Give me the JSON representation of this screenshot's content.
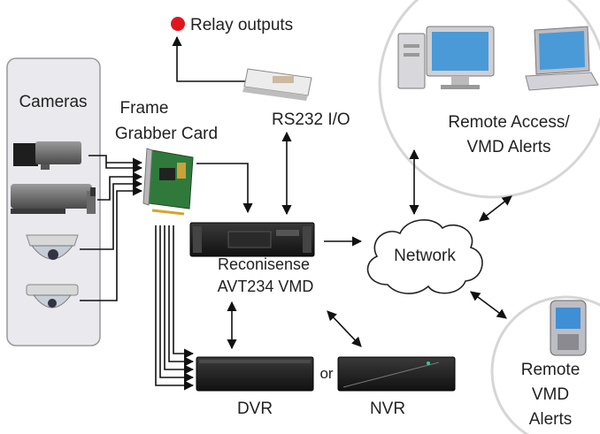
{
  "labels": {
    "relay_outputs": "Relay outputs",
    "cameras": "Cameras",
    "frame_grabber_line1": "Frame",
    "frame_grabber_line2": "Grabber Card",
    "rs232": "RS232 I/O",
    "remote_access_line1": "Remote Access/",
    "remote_access_line2": "VMD Alerts",
    "network": "Network",
    "reconisense_line1": "Reconisense",
    "reconisense_line2": "AVT234 VMD",
    "remote_vmd_line1": "Remote",
    "remote_vmd_line2": "VMD",
    "remote_vmd_line3": "Alerts",
    "or": "or",
    "dvr": "DVR",
    "nvr": "NVR"
  },
  "colors": {
    "relay_dot": "#e0161f",
    "device_dark": "#1c1c1c",
    "circle_stroke": "#d6d6d6",
    "panel_fill": "#e9e9ee"
  },
  "icons": [
    "relay-dot-icon",
    "serial-device-icon",
    "camera-icon",
    "pci-card-icon",
    "rack-vmd-icon",
    "cloud-icon",
    "desktop-pc-icon",
    "laptop-icon",
    "mobile-phone-icon",
    "dvr-icon",
    "nvr-icon"
  ]
}
